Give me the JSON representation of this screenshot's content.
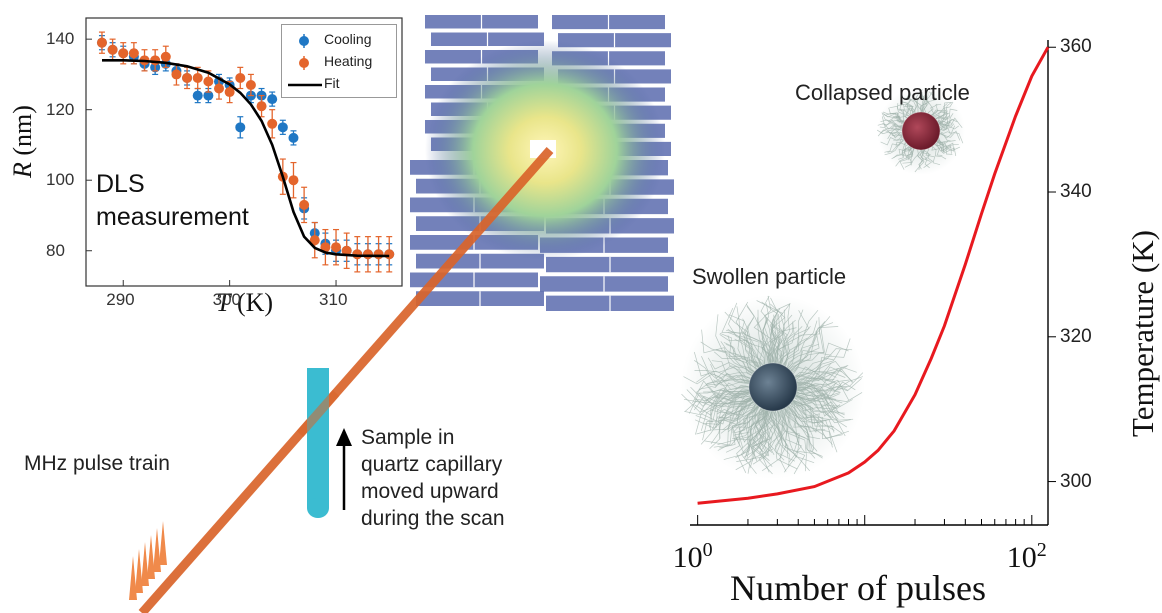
{
  "colors": {
    "cooling": "#1f77c4",
    "heating": "#e4652c",
    "fit": "#000000",
    "beam": "#d9642a",
    "capillary": "#3bbcd1",
    "temp_curve": "#e8191f",
    "pulses": "#f08a4b"
  },
  "dls": {
    "title_lines": [
      "DLS",
      "measurement"
    ],
    "legend": [
      "Cooling",
      "Heating",
      "Fit"
    ]
  },
  "labels": {
    "pulse_train": "MHz pulse train",
    "sample_lines": [
      "Sample in",
      "quartz capillary",
      "moved upward",
      "during the scan"
    ],
    "swollen": "Swollen particle",
    "collapsed": "Collapsed particle"
  },
  "chart_data": [
    {
      "type": "scatter",
      "xlabel_var": "T",
      "xlabel_unit": "(K)",
      "ylabel_var": "R",
      "ylabel_unit": "(nm)",
      "xlim": [
        286.5,
        316.2
      ],
      "ylim": [
        70,
        146
      ],
      "xticks": [
        290,
        300,
        310
      ],
      "yticks": [
        80,
        100,
        120,
        140
      ],
      "series": [
        {
          "name": "Cooling",
          "x": [
            288,
            289,
            290,
            291,
            292,
            293,
            294,
            295,
            296,
            297,
            298,
            299,
            300,
            301,
            302,
            303,
            304,
            305,
            306,
            307,
            308,
            309,
            310,
            311,
            312,
            313,
            314,
            315
          ],
          "y": [
            139,
            137,
            136,
            135,
            133,
            132,
            133,
            131,
            129,
            124,
            124,
            128,
            127,
            115,
            124,
            124,
            123,
            115,
            112,
            92,
            85,
            82,
            80,
            80,
            79,
            79,
            79,
            79
          ],
          "err": [
            2,
            2,
            2,
            2,
            2,
            2,
            2,
            2,
            2,
            2,
            2,
            2,
            2,
            3,
            2,
            2,
            2,
            2,
            2,
            3,
            3,
            3,
            3,
            3,
            3,
            3,
            3,
            3
          ]
        },
        {
          "name": "Heating",
          "x": [
            288,
            289,
            290,
            291,
            292,
            293,
            294,
            295,
            296,
            297,
            298,
            299,
            300,
            301,
            302,
            303,
            304,
            305,
            306,
            307,
            308,
            309,
            310,
            311,
            312,
            313,
            314,
            315
          ],
          "y": [
            139,
            137,
            136,
            136,
            134,
            134,
            135,
            130,
            129,
            129,
            128,
            126,
            125,
            129,
            127,
            121,
            116,
            101,
            100,
            93,
            83,
            81,
            81,
            80,
            79,
            79,
            79,
            79
          ],
          "err": [
            3,
            3,
            3,
            3,
            3,
            3,
            3,
            3,
            3,
            3,
            3,
            3,
            3,
            3,
            3,
            3,
            4,
            5,
            5,
            5,
            5,
            5,
            5,
            5,
            5,
            5,
            5,
            5
          ]
        },
        {
          "name": "Fit",
          "x": [
            288,
            290,
            292,
            294,
            296,
            298,
            300,
            301,
            302,
            303,
            304,
            305,
            306,
            307,
            308,
            309,
            310,
            312,
            315
          ],
          "y": [
            134,
            134,
            133.8,
            133.3,
            132.3,
            130.5,
            127.2,
            124.8,
            121.5,
            116.8,
            110,
            101,
            91,
            84,
            80.8,
            79.5,
            79,
            78.6,
            78.5
          ]
        }
      ]
    },
    {
      "type": "line",
      "xscale": "log",
      "xlabel": "Number of pulses",
      "ylabel": "Temperature  (K)",
      "xlim": [
        0.9,
        125
      ],
      "ylim": [
        294,
        361
      ],
      "xticks": [
        {
          "base": "10",
          "exp": "0",
          "value": 1
        },
        {
          "base": "10",
          "exp": "2",
          "value": 100
        }
      ],
      "yticks": [
        300,
        320,
        340,
        360
      ],
      "series": [
        {
          "name": "",
          "x": [
            1,
            2,
            3,
            5,
            8,
            10,
            12,
            15,
            20,
            25,
            30,
            40,
            50,
            60,
            80,
            100,
            125
          ],
          "y": [
            297,
            297.7,
            298.3,
            299.3,
            301.2,
            302.7,
            304.3,
            307,
            312,
            317,
            321.5,
            330,
            337,
            342.5,
            350.5,
            356,
            360
          ]
        }
      ]
    }
  ]
}
